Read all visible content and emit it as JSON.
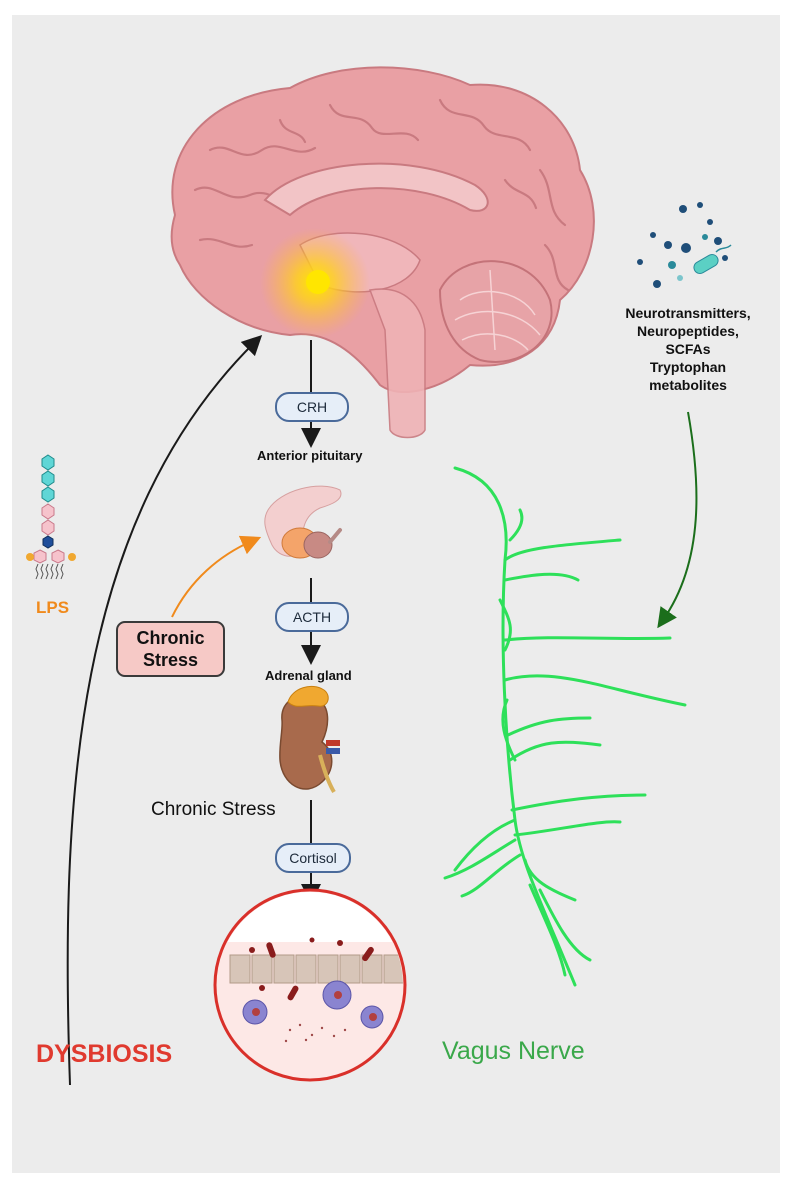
{
  "hpa_axis": {
    "hormones": {
      "crh": "CRH",
      "acth": "ACTH",
      "cortisol": "Cortisol"
    },
    "organs": {
      "anterior_pituitary": "Anterior pituitary",
      "adrenal_gland": "Adrenal gland"
    }
  },
  "stress": {
    "box_label_line1": "Chronic",
    "box_label_line2": "Stress",
    "caption": "Chronic Stress"
  },
  "lps": {
    "label": "LPS",
    "color": "#f08a1c"
  },
  "dysbiosis": {
    "label": "DYSBIOSIS",
    "color": "#e03a2f"
  },
  "vagus": {
    "label": "Vagus Nerve",
    "color": "#3aa84a",
    "nerve_color": "#2ee05a"
  },
  "metabolites": {
    "lines": [
      "Neurotransmitters,",
      "Neuropeptides,",
      "SCFAs",
      "Tryptophan",
      "metabolites"
    ]
  },
  "icons": {
    "brain": "brain-icon",
    "pituitary": "pituitary-icon",
    "kidney": "kidney-adrenal-icon",
    "gut": "gut-epithelium-icon",
    "lps_molecule": "lps-molecule-icon",
    "bacteria": "bacteria-icon"
  }
}
